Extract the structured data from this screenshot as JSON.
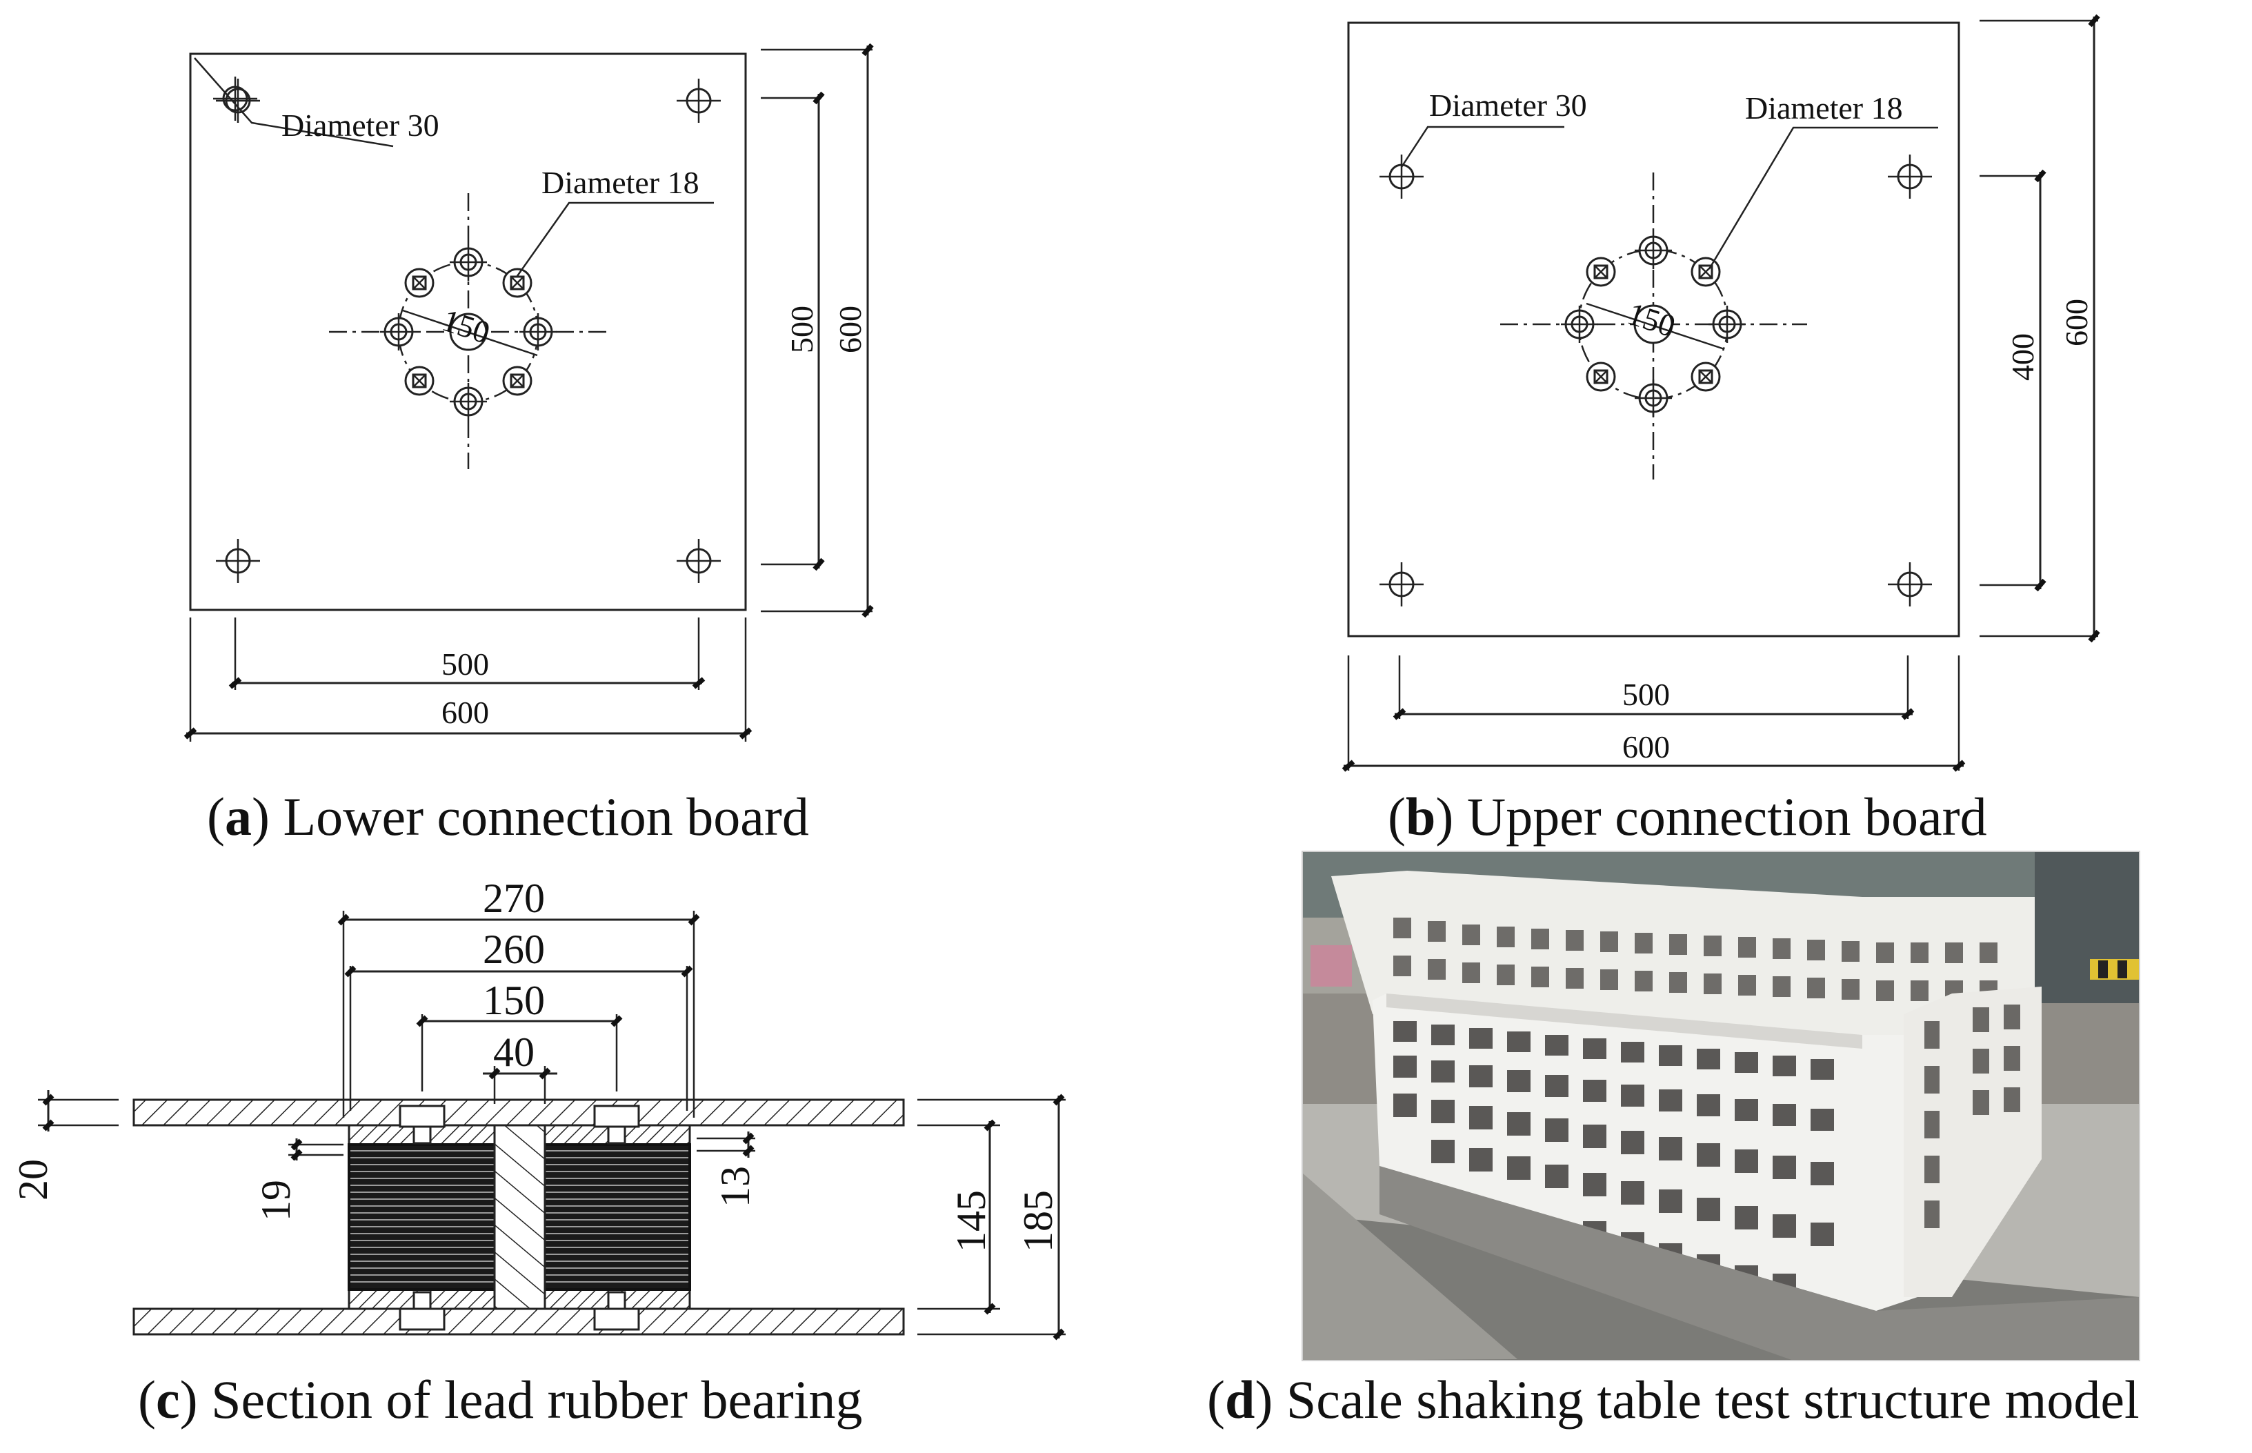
{
  "panel_a": {
    "caption_letter": "a",
    "caption_text": "Lower connection board",
    "hole_label_large": "Diameter 30",
    "hole_label_small": "Diameter 18",
    "circle_dim": "150",
    "dim_bottom_inner": "500",
    "dim_bottom_outer": "600",
    "dim_right_inner": "500",
    "dim_right_outer": "600"
  },
  "panel_b": {
    "caption_letter": "b",
    "caption_text": "Upper connection board",
    "hole_label_large": "Diameter 30",
    "hole_label_small": "Diameter 18",
    "circle_dim": "150",
    "dim_bottom_inner": "500",
    "dim_bottom_outer": "600",
    "dim_right_inner": "400",
    "dim_right_outer": "600"
  },
  "panel_c": {
    "caption_letter": "c",
    "caption_text": "Section of lead rubber bearing",
    "dim_270": "270",
    "dim_260": "260",
    "dim_150": "150",
    "dim_40": "40",
    "dim_20": "20",
    "dim_19": "19",
    "dim_13": "13",
    "dim_145": "145",
    "dim_185": "185"
  },
  "panel_d": {
    "caption_letter": "d",
    "caption_text": "Scale shaking table test structure model"
  },
  "colors": {
    "line": "#222222",
    "rubber": "#111111",
    "photo_background": "#8f8c86",
    "model_white": "#f2f2ef",
    "model_shadow": "#5a5856"
  }
}
